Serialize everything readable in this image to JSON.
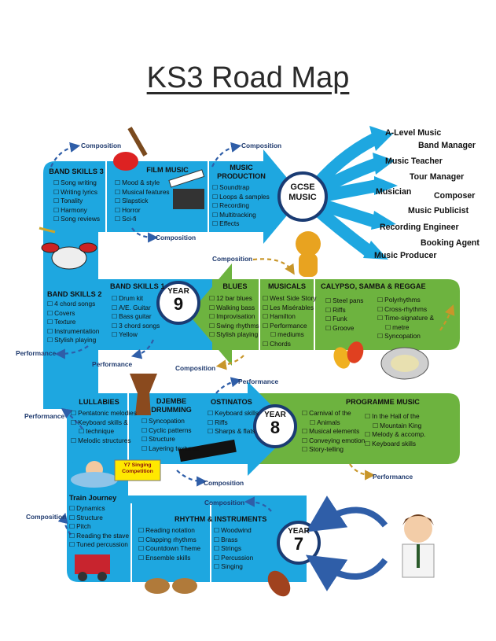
{
  "title": "KS3 Road Map",
  "careers": [
    "A-Level Music",
    "Band Manager",
    "Music Teacher",
    "Tour Manager",
    "Musician",
    "Composer",
    "Music Publicist",
    "Recording Engineer",
    "Booking Agent",
    "Music Producer"
  ],
  "gcse": {
    "line1": "GCSE",
    "line2": "MUSIC"
  },
  "years": {
    "y9": {
      "label": "YEAR",
      "num": "9"
    },
    "y8": {
      "label": "YEAR",
      "num": "8"
    },
    "y7": {
      "label": "YEAR",
      "num": "7"
    }
  },
  "labels": {
    "composition": "Composition",
    "performance": "Performance"
  },
  "competition": {
    "line1": "Y7 Singing",
    "line2": "Competition"
  },
  "units": {
    "band_skills_3": {
      "title": "BAND SKILLS 3",
      "items": [
        "Song writing",
        "Writing lyrics",
        "Tonality",
        "Harmony",
        "Song reviews"
      ]
    },
    "film_music": {
      "title": "FILM MUSIC",
      "items": [
        "Mood & style",
        "Musical features",
        "Slapstick",
        "Horror",
        "Sci-fi"
      ]
    },
    "music_production": {
      "title1": "MUSIC",
      "title2": "PRODUCTION",
      "items": [
        "Soundtrap",
        "Loops & samples",
        "Recording",
        "Multitracking",
        "Effects"
      ]
    },
    "band_skills_2": {
      "title": "BAND SKILLS 2",
      "items": [
        "4 chord songs",
        "Covers",
        "Texture",
        "Instrumentation",
        "Stylish playing"
      ]
    },
    "band_skills_1": {
      "title": "BAND SKILLS 1",
      "items": [
        "Drum kit",
        "A/E. Guitar",
        "Bass guitar",
        "3 chord songs",
        "Yellow"
      ]
    },
    "blues": {
      "title": "BLUES",
      "items": [
        "12 bar blues",
        "Walking bass",
        "Improvisation",
        "Swing rhythms",
        "Stylish playing"
      ]
    },
    "musicals": {
      "title": "MUSICALS",
      "items": [
        "West Side Story",
        "Les Misérables",
        "Hamilton",
        "Performance",
        "mediums",
        "Chords"
      ]
    },
    "calypso": {
      "title": "CALYPSO, SAMBA & REGGAE",
      "items_a": [
        "Steel pans",
        "Riffs",
        "Funk",
        "Groove"
      ],
      "items_b": [
        "Polyrhythms",
        "Cross-rhythms",
        "Time-signature &",
        "metre",
        "Syncopation"
      ]
    },
    "lullabies": {
      "title": "LULLABIES",
      "items": [
        "Pentatonic melodies",
        "Keyboard skills &",
        "technique",
        "Melodic structures"
      ]
    },
    "djembe": {
      "title1": "DJEMBE",
      "title2": "DRUMMING",
      "items": [
        "Syncopation",
        "Cyclic patterns",
        "Structure",
        "Layering textures"
      ]
    },
    "ostinatos": {
      "title": "OSTINATOS",
      "items": [
        "Keyboard skills",
        "Riffs",
        "Sharps & flats"
      ]
    },
    "programme": {
      "title": "PROGRAMME MUSIC",
      "items_a": [
        "Carnival of the",
        "Animals",
        "Musical elements",
        "Conveying emotion",
        "Story-telling"
      ],
      "items_b": [
        "In the Hall of the",
        "Mountain King",
        "Melody & accomp.",
        "Keyboard skills"
      ]
    },
    "train": {
      "title": "Train Journey",
      "items": [
        "Dynamics",
        "Structure",
        "Pitch",
        "Reading the stave",
        "Tuned percussion"
      ]
    },
    "rhythm": {
      "title": "RHYTHM & INSTRUMENTS",
      "items_a": [
        "Reading notation",
        "Clapping rhythms",
        "Countdown Theme",
        "Ensemble skills"
      ],
      "items_b": [
        "Woodwind",
        "Brass",
        "Strings",
        "Percussion",
        "Singing"
      ]
    }
  }
}
